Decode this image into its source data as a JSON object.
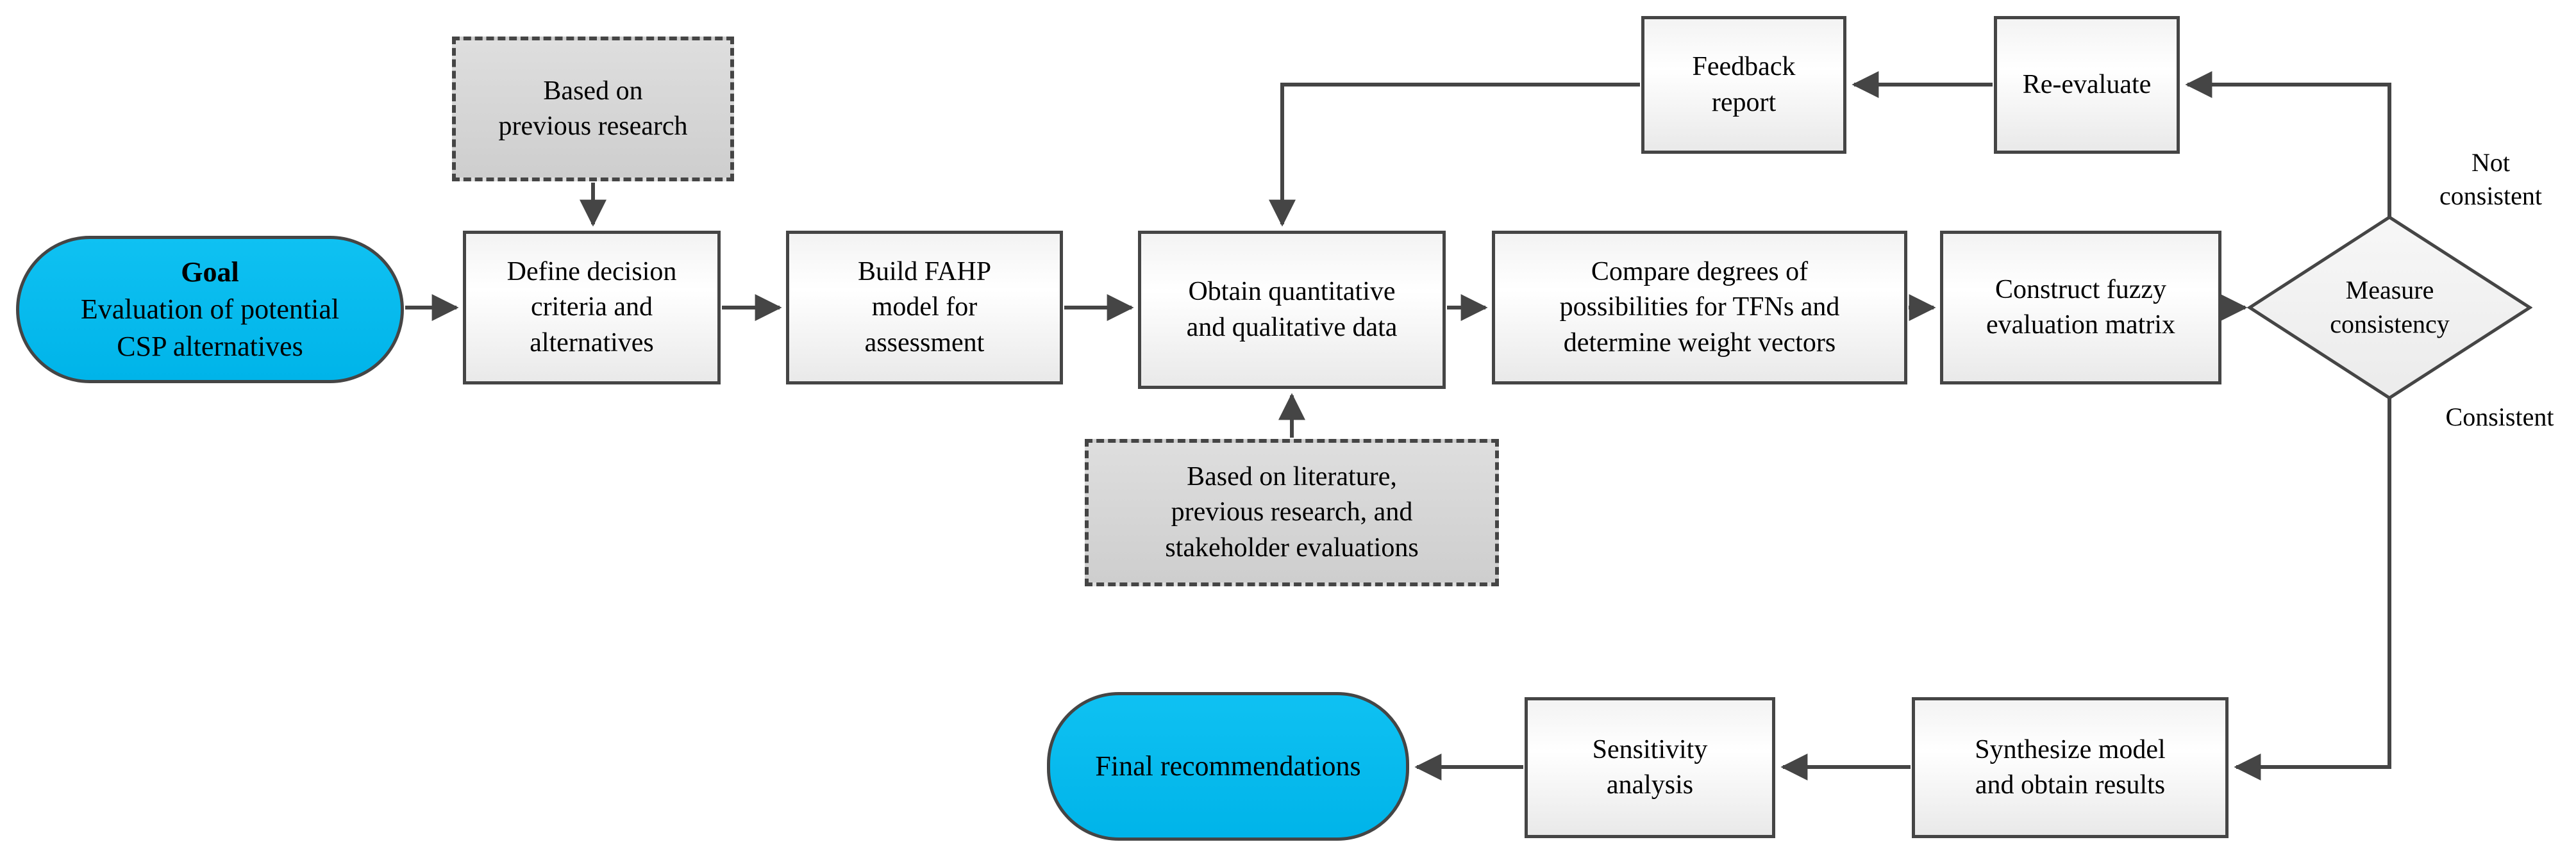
{
  "diagram": {
    "nodes": {
      "goal": {
        "title": "Goal",
        "text": "Evaluation of potential\nCSP alternatives"
      },
      "based_previous": {
        "text": "Based on\nprevious research"
      },
      "define": {
        "text": "Define decision\ncriteria and\nalternatives"
      },
      "build": {
        "text": "Build FAHP\nmodel for\nassessment"
      },
      "obtain": {
        "text": "Obtain quantitative\nand qualitative data"
      },
      "based_literature": {
        "text": "Based on literature,\nprevious research, and\nstakeholder evaluations"
      },
      "compare": {
        "text": "Compare degrees of\npossibilities for TFNs and\ndetermine weight vectors"
      },
      "construct": {
        "text": "Construct fuzzy\nevaluation matrix"
      },
      "measure": {
        "text": "Measure\nconsistency"
      },
      "feedback": {
        "text": "Feedback\nreport"
      },
      "reevaluate": {
        "text": "Re-evaluate"
      },
      "synthesize": {
        "text": "Synthesize model\nand obtain results"
      },
      "sensitivity": {
        "text": "Sensitivity\nanalysis"
      },
      "final": {
        "text": "Final recommendations"
      }
    },
    "edge_labels": {
      "not_consistent": "Not\nconsistent",
      "consistent": "Consistent"
    },
    "colors": {
      "terminal_fill": "#0fc1f2",
      "border": "#454545",
      "arrow": "#454545",
      "note_fill": "#d6d6d6",
      "process_fill": "#ffffff"
    }
  }
}
